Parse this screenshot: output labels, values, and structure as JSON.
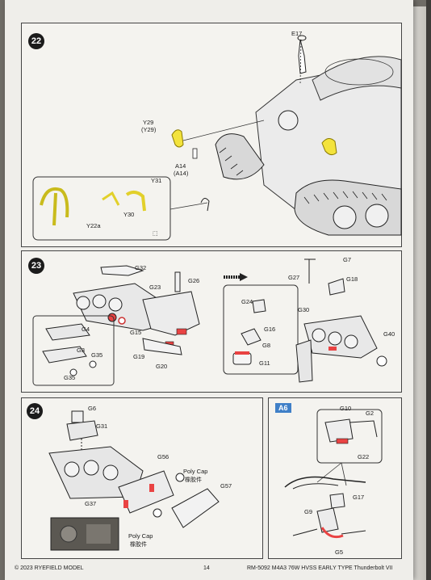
{
  "footer": {
    "copyright": "© 2023 RYEFIELD MODEL",
    "page_number": "14",
    "product": "RM-5092 M4A3 76W HVSS EARLY TYPE Thunderbolt VII"
  },
  "steps": {
    "s22": {
      "number": "22",
      "labels": {
        "e17": "E17",
        "y29": "Y29",
        "y29b": "(Y29)",
        "a14": "A14",
        "a14b": "(A14)",
        "y31": "Y31",
        "y30": "Y30",
        "y22a": "Y22a"
      }
    },
    "s23": {
      "number": "23",
      "labels": {
        "g32": "G32",
        "g26": "G26",
        "g23": "G23",
        "g4": "G4",
        "g3": "G3",
        "g35": "G35",
        "g35b": "G35",
        "g15": "G15",
        "g19": "G19",
        "g20": "G20",
        "g27": "G27",
        "g7": "G7",
        "g18": "G18",
        "g24": "G24",
        "g30": "G30",
        "g16": "G16",
        "g8": "G8",
        "g11": "G11",
        "g40": "G40"
      }
    },
    "s24": {
      "number": "24",
      "labels": {
        "g6": "G6",
        "g31": "G31",
        "g56": "G56",
        "poly_cap_1": "Poly Cap",
        "poly_cap_1_cn": "橡胶件",
        "g57": "G57",
        "g37": "G37",
        "poly_cap_2": "Poly Cap",
        "poly_cap_2_cn": "橡胶件"
      }
    },
    "a6": {
      "tag": "A6",
      "labels": {
        "g10": "G10",
        "g2": "G2",
        "g22": "G22",
        "g17": "G17",
        "g9": "G9",
        "g5": "G5"
      }
    }
  }
}
